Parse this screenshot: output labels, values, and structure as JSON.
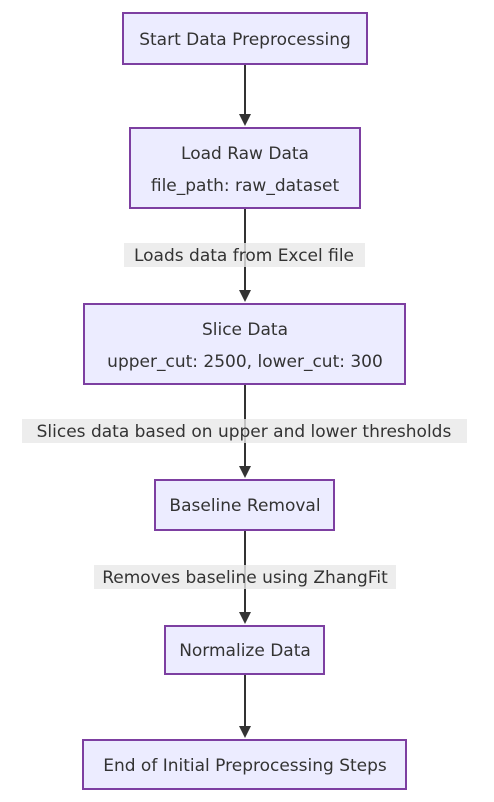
{
  "nodes": [
    {
      "id": "start",
      "lines": [
        "Start Data Preprocessing"
      ]
    },
    {
      "id": "load",
      "lines": [
        "Load Raw Data",
        "file_path: raw_dataset"
      ]
    },
    {
      "id": "slice",
      "lines": [
        "Slice Data",
        "upper_cut: 2500, lower_cut: 300"
      ]
    },
    {
      "id": "baseline",
      "lines": [
        "Baseline Removal"
      ]
    },
    {
      "id": "normalize",
      "lines": [
        "Normalize Data"
      ]
    },
    {
      "id": "end",
      "lines": [
        "End of Initial Preprocessing Steps"
      ]
    }
  ],
  "edges": [
    {
      "from": "start",
      "to": "load",
      "label": ""
    },
    {
      "from": "load",
      "to": "slice",
      "label": "Loads data from Excel file"
    },
    {
      "from": "slice",
      "to": "baseline",
      "label": "Slices data based on upper and lower thresholds"
    },
    {
      "from": "baseline",
      "to": "normalize",
      "label": "Removes baseline using ZhangFit"
    },
    {
      "from": "normalize",
      "to": "end",
      "label": ""
    }
  ],
  "colors": {
    "node_fill": "#ECECFF",
    "node_stroke": "#7d3fa1",
    "edge": "#333333",
    "label_bg": "#e8e8e8",
    "text": "#333333"
  }
}
